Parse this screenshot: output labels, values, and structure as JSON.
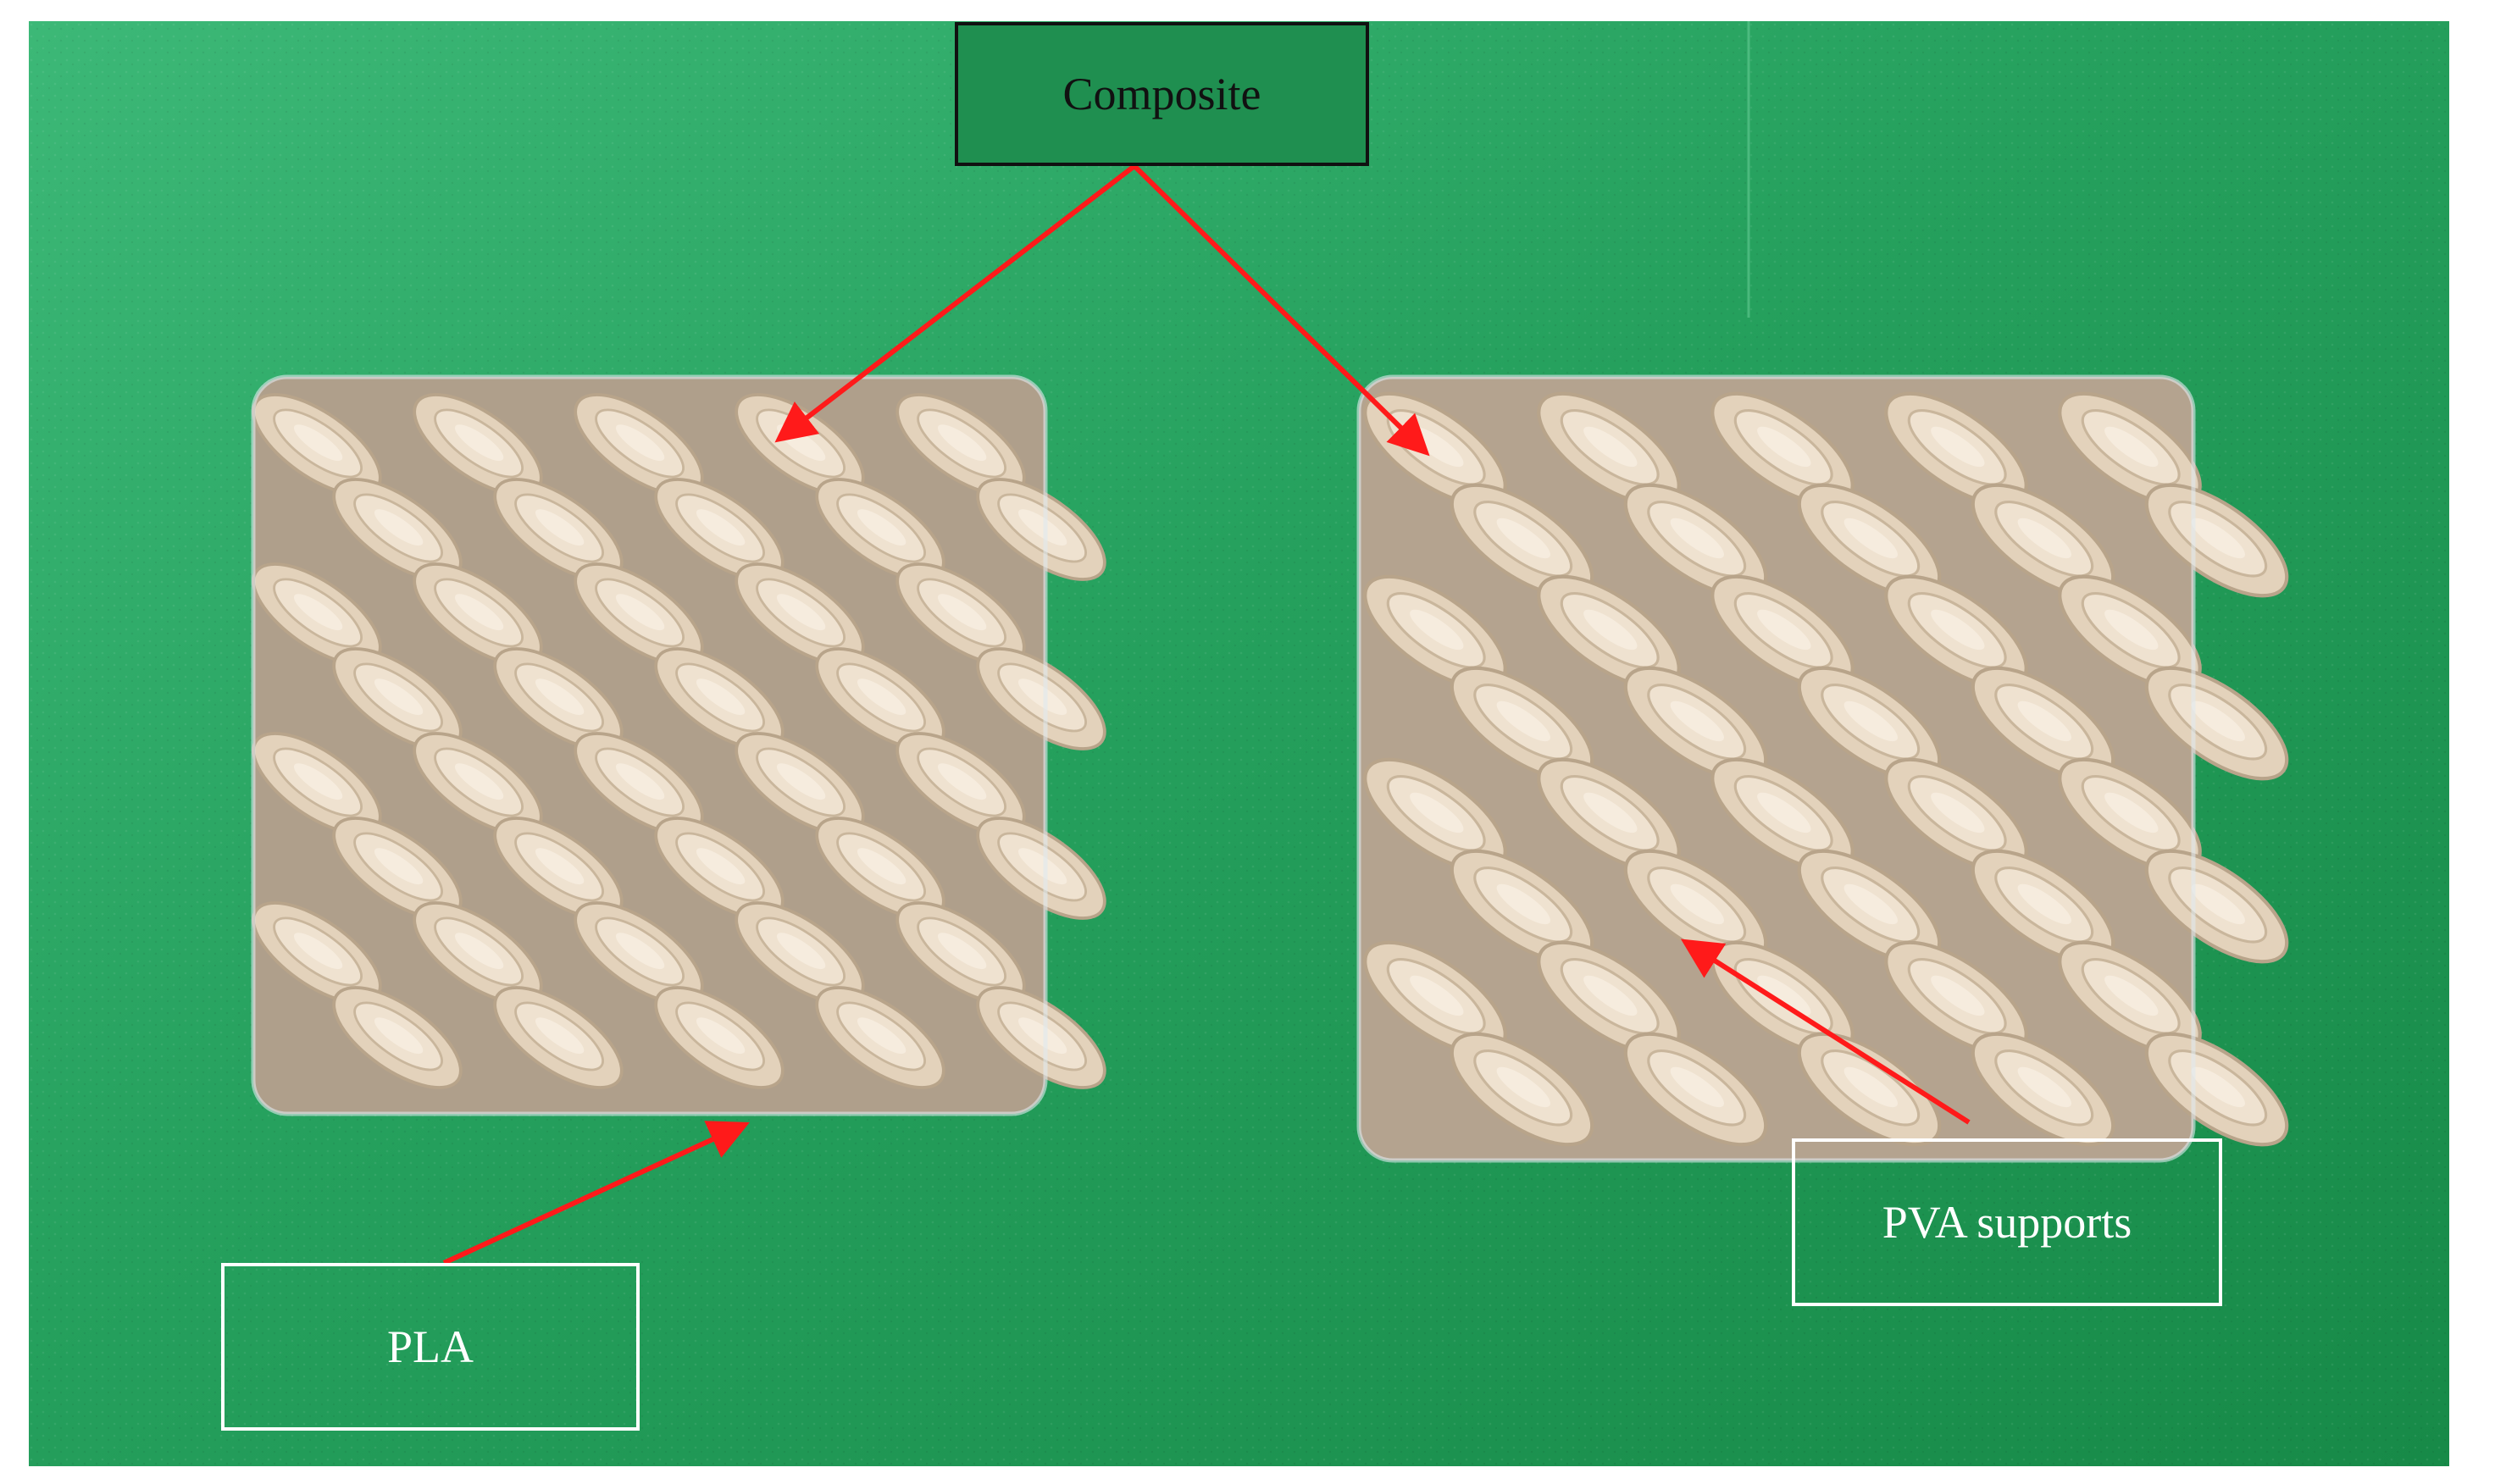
{
  "labels": {
    "composite": "Composite",
    "pla": "PLA",
    "pva_supports": "PVA supports"
  },
  "colors": {
    "background": "#1e9a55",
    "sample": "#e8d8c2",
    "arrow": "#ff1a1a"
  }
}
